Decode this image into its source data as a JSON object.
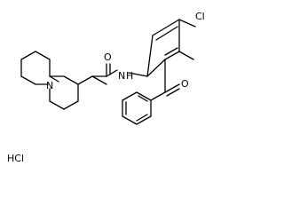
{
  "molecule": {
    "atoms": {
      "oxygen": "O",
      "amide_nitrogen": "N",
      "amide_hydrogen": "H",
      "ring_nitrogen": "N",
      "chlorine": "Cl",
      "ketone_oxygen": "O"
    },
    "salt": "HCl",
    "colors": {
      "bond": "#000000",
      "text": "#000000",
      "background": "#ffffff"
    }
  }
}
